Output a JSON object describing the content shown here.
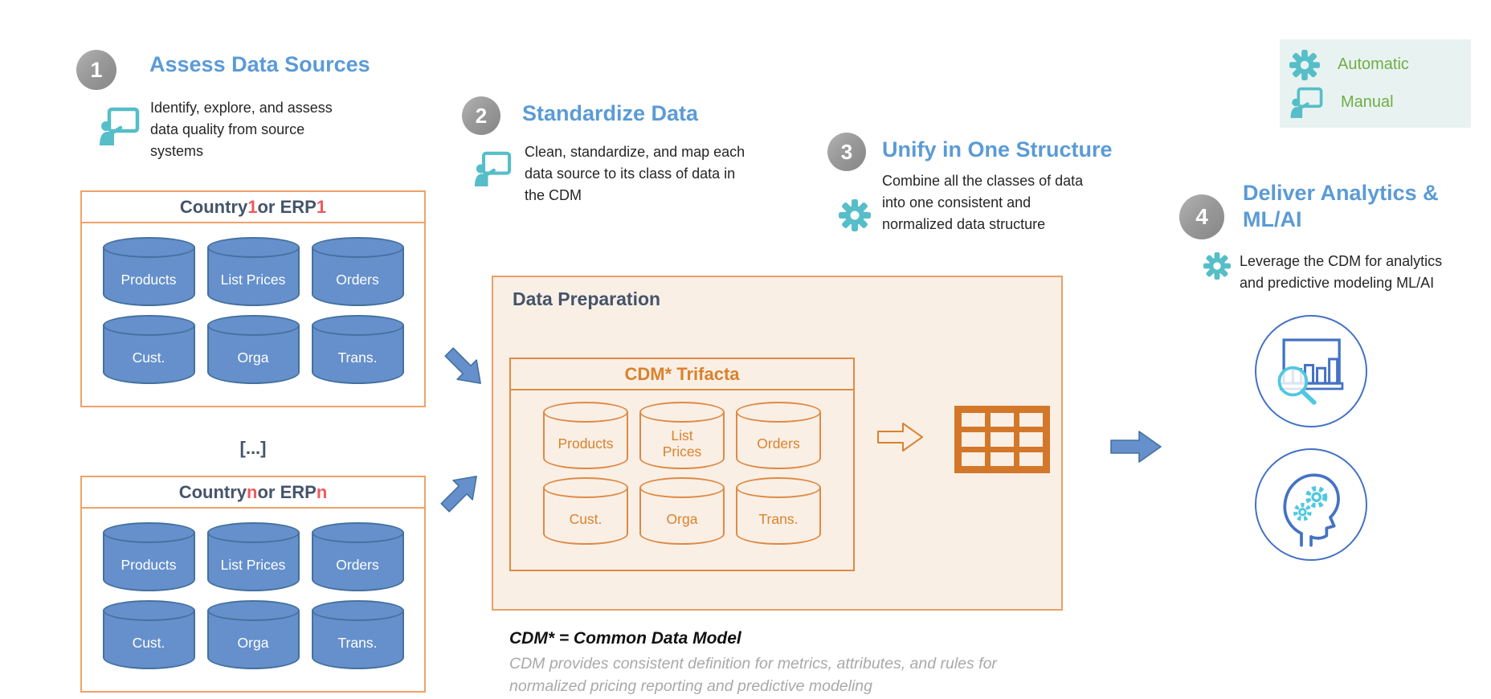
{
  "steps": [
    {
      "number": "1",
      "title": "Assess Data Sources",
      "description": "Identify, explore, and assess data quality from source systems"
    },
    {
      "number": "2",
      "title": "Standardize Data",
      "description": "Clean, standardize, and map each data source to its class of data in the CDM"
    },
    {
      "number": "3",
      "title": "Unify in One Structure",
      "description": "Combine all the classes of data into one consistent and normalized data structure"
    },
    {
      "number": "4",
      "title": "Deliver Analytics & ML/AI",
      "description": "Leverage the CDM for analytics and predictive modeling ML/AI"
    }
  ],
  "legend": {
    "automatic": "Automatic",
    "manual": "Manual"
  },
  "ellipsis": "[...]",
  "source_group_1": {
    "prefix": "Country ",
    "num1": "1",
    "mid": " or ERP ",
    "num2": "1",
    "cylinders": [
      "Products",
      "List Prices",
      "Orders",
      "Cust.",
      "Orga",
      "Trans."
    ]
  },
  "source_group_n": {
    "prefix": "Country ",
    "num1": "n",
    "mid": " or ERP ",
    "num2": "n",
    "cylinders": [
      "Products",
      "List Prices",
      "Orders",
      "Cust.",
      "Orga",
      "Trans."
    ]
  },
  "data_preparation": {
    "title": "Data Preparation",
    "cdm_title": "CDM* Trifacta",
    "cylinders": [
      "Products",
      "List Prices",
      "Orders",
      "Cust.",
      "Orga",
      "Trans."
    ]
  },
  "footnote": {
    "definition": "CDM* = Common Data Model",
    "note_line_1": "CDM provides consistent definition for metrics, attributes, and rules for",
    "note_line_2": "normalized pricing reporting and predictive modeling"
  },
  "colors": {
    "step_title_blue": "#5B9BD5",
    "navy": "#44546A",
    "red_accent": "#ED5C5C",
    "orange": "#D9822F",
    "teal": "#56BEC8",
    "legend_green": "#70AD47",
    "cylinder_blue": "#6590CB",
    "cylinder_blue_stroke": "#44719F",
    "peach_fill": "#FAEFE4",
    "arrow_blue": "#6590CB"
  }
}
